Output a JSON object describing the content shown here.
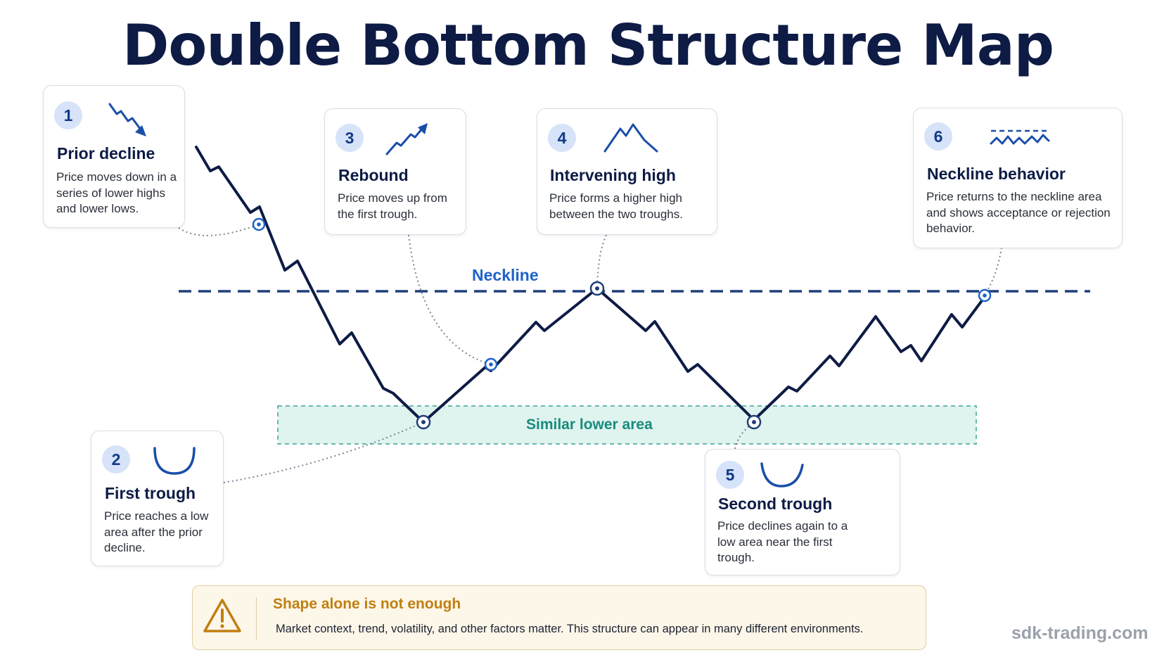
{
  "title": "Double Bottom Structure Map",
  "neckline_label": "Neckline",
  "zone_label": "Similar lower area",
  "cards": [
    {
      "num": "1",
      "title": "Prior decline",
      "desc": "Price moves down in a series of lower highs and lower lows.",
      "icon": "downtrend-arrow-icon"
    },
    {
      "num": "2",
      "title": "First trough",
      "desc": "Price reaches a low area after the prior decline.",
      "icon": "trough-curve-icon"
    },
    {
      "num": "3",
      "title": "Rebound",
      "desc": "Price moves up from the first trough.",
      "icon": "uptrend-arrow-icon"
    },
    {
      "num": "4",
      "title": "Intervening high",
      "desc": "Price forms a higher high between the two troughs.",
      "icon": "peak-icon"
    },
    {
      "num": "5",
      "title": "Second trough",
      "desc": "Price declines again to a low area near the first trough.",
      "icon": "trough-curve-icon"
    },
    {
      "num": "6",
      "title": "Neckline behavior",
      "desc": "Price returns to the neckline area and shows acceptance or rejection behavior.",
      "icon": "neckline-zigzag-icon"
    }
  ],
  "warning": {
    "title": "Shape alone is not enough",
    "desc": "Market context, trend, volatility, and other factors matter. This structure can appear in many different environments.",
    "icon": "warning-triangle-icon"
  },
  "watermark": "sdk-trading.com",
  "colors": {
    "navy": "#0d1b45",
    "neckline": "#1f3f7a",
    "accent_blue": "#1f63c9",
    "zone_fill": "#dff3ef",
    "zone_text": "#188b7c",
    "warning": "#c07f10"
  }
}
